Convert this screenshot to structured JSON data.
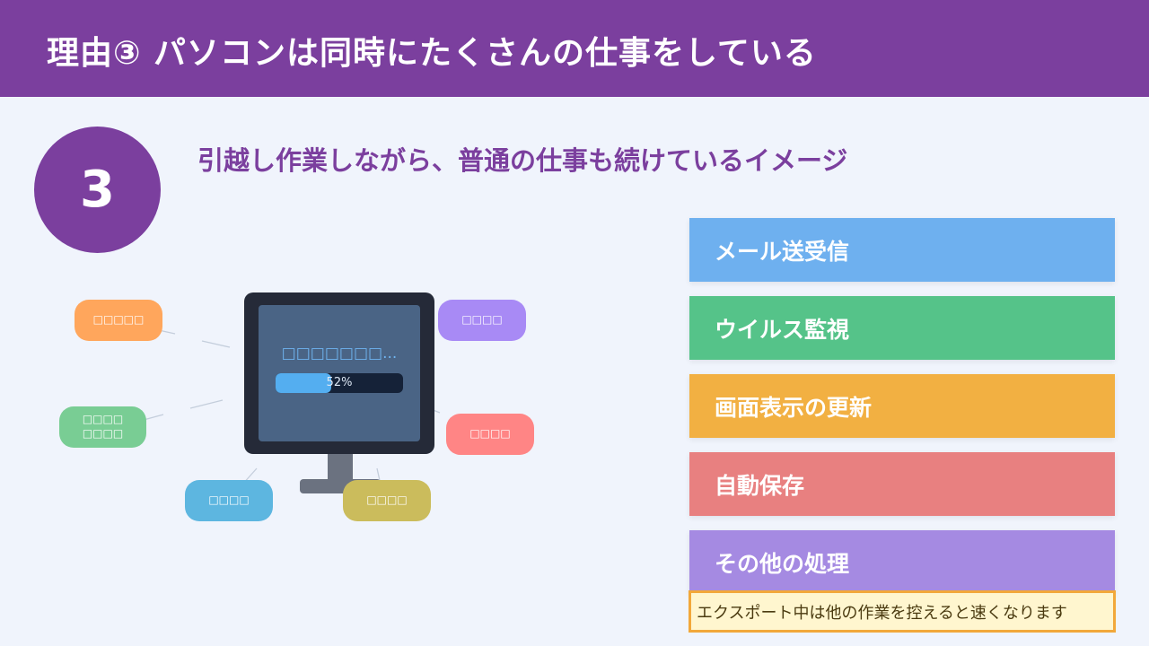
{
  "header": {
    "title": "理由③ パソコンは同時にたくさんの仕事をしている"
  },
  "step": {
    "number": "3"
  },
  "subtitle": "引越し作業しながら、普通の仕事も続けているイメージ",
  "diagram": {
    "screen_text": "□□□□□□□...",
    "progress": {
      "label": "52%",
      "value_percent": 52
    },
    "bubbles": [
      {
        "key": "orange",
        "label": "□□□□□",
        "color": "#ffa65c"
      },
      {
        "key": "purple",
        "label": "□□□□",
        "color": "#a88af5"
      },
      {
        "key": "green",
        "label": "□□□□\n□□□□",
        "color": "#79cd94"
      },
      {
        "key": "red",
        "label": "□□□□",
        "color": "#ff8585"
      },
      {
        "key": "blue",
        "label": "□□□□",
        "color": "#5db6e0"
      },
      {
        "key": "olive",
        "label": "□□□□",
        "color": "#cbbc5c"
      }
    ]
  },
  "tasks": [
    {
      "label": "メール送受信",
      "color": "#6eb0ef"
    },
    {
      "label": "ウイルス監視",
      "color": "#55c389"
    },
    {
      "label": "画面表示の更新",
      "color": "#f2b042"
    },
    {
      "label": "自動保存",
      "color": "#e88080"
    },
    {
      "label": "その他の処理",
      "color": "#a58ae2"
    }
  ],
  "tip": "エクスポート中は他の作業を控えると速くなります"
}
